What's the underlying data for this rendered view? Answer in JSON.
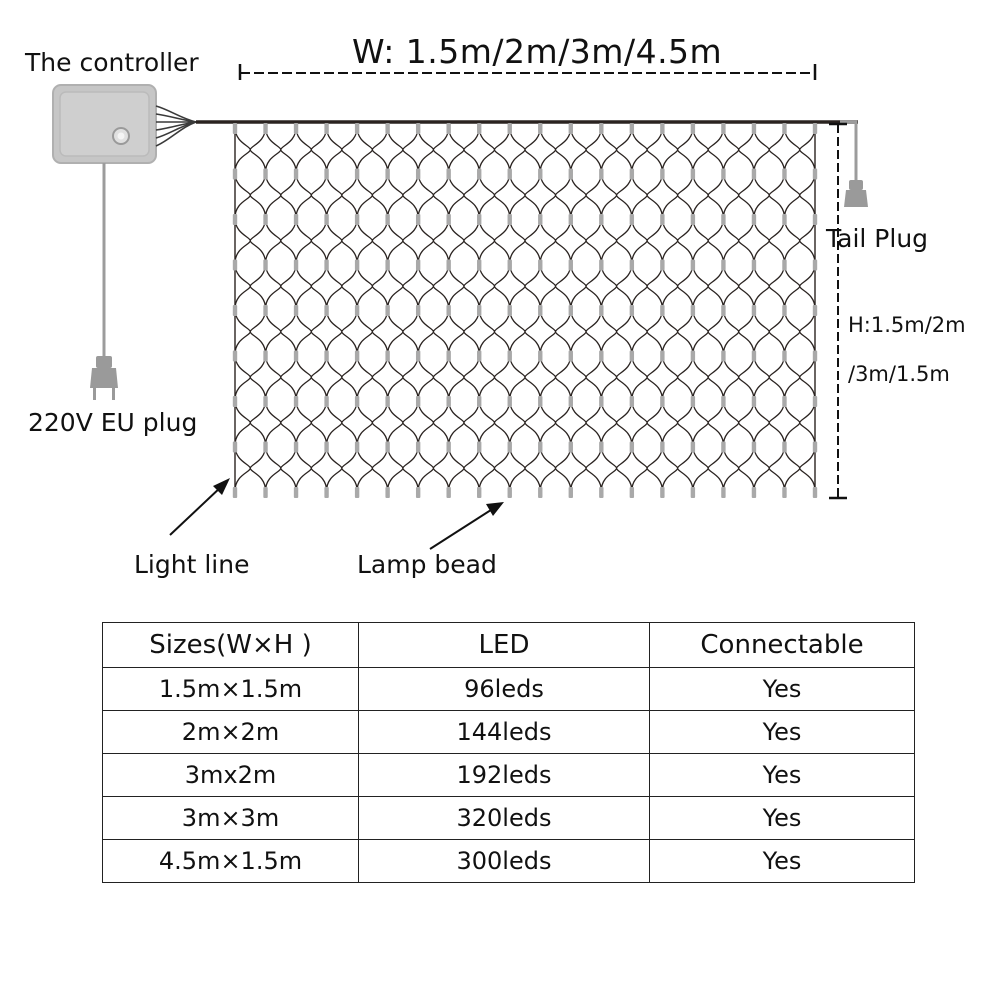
{
  "labels": {
    "controller": "The  controller",
    "width": "W:  1.5m/2m/3m/4.5m",
    "tail_plug": "Tail Plug",
    "height_line1": "H:1.5m/2m",
    "height_line2": "/3m/1.5m",
    "eu_plug": "220V EU plug",
    "light_line": "Light line",
    "lamp_bead": "Lamp bead"
  },
  "table": {
    "headers": [
      "Sizes(W×H )",
      "LED",
      "Connectable"
    ],
    "rows": [
      [
        "1.5m×1.5m",
        "96leds",
        "Yes"
      ],
      [
        "2m×2m",
        "144leds",
        "Yes"
      ],
      [
        "3mx2m",
        "192leds",
        "Yes"
      ],
      [
        "3m×3m",
        "320leds",
        "Yes"
      ],
      [
        "4.5m×1.5m",
        "300leds",
        "Yes"
      ]
    ]
  },
  "colors": {
    "wire": "#2a2320",
    "bead": "#a9a9a9",
    "controller_fill": "#c6c6c6",
    "plug_fill": "#9a9a9a"
  }
}
